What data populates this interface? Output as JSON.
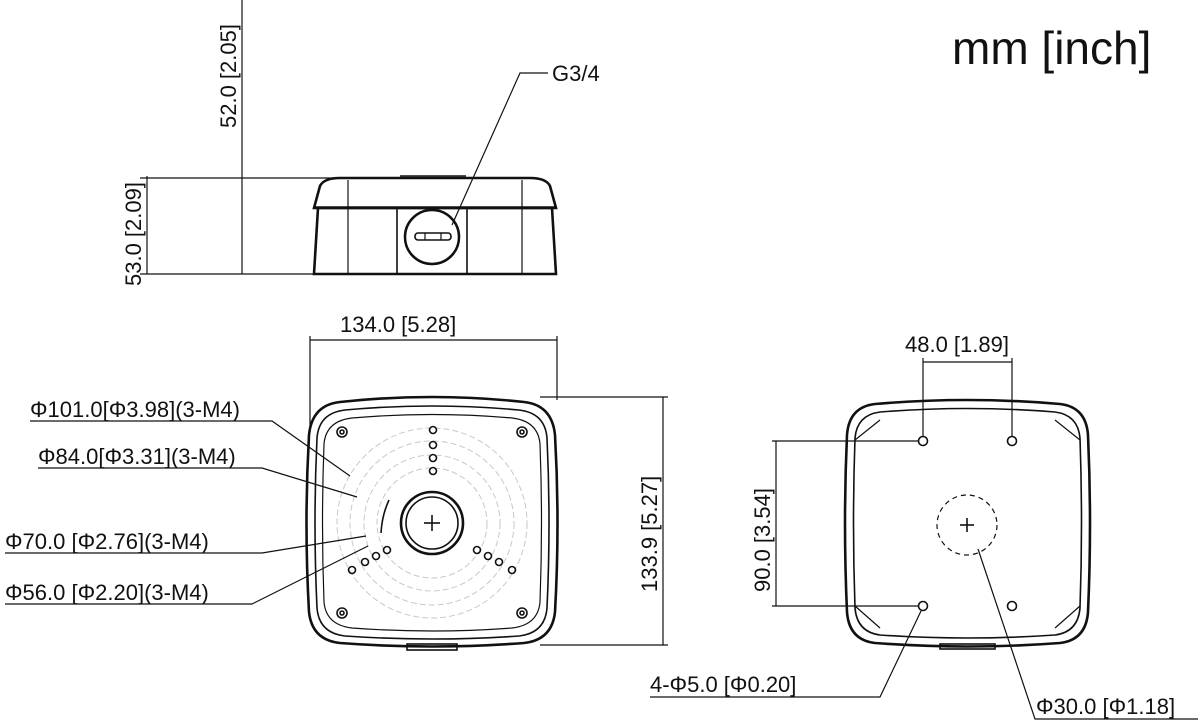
{
  "units_label": "mm [inch]",
  "side_view": {
    "total_height": "52.0 [2.05]",
    "box_height": "53.0 [2.09]",
    "thread_label": "G3/4"
  },
  "top_view": {
    "width": "134.0 [5.28]",
    "depth": "133.9 [5.27]",
    "callouts": [
      "Φ101.0[Φ3.98](3-M4)",
      "Φ84.0[Φ3.31](3-M4)",
      "Φ70.0 [Φ2.76](3-M4)",
      "Φ56.0 [Φ2.20](3-M4)"
    ]
  },
  "bottom_view": {
    "hole_spacing_x": "48.0 [1.89]",
    "hole_spacing_y": "90.0 [3.54]",
    "hole_callout": "4-Φ5.0 [Φ0.20]",
    "center_callout": "Φ30.0 [Φ1.18]"
  }
}
